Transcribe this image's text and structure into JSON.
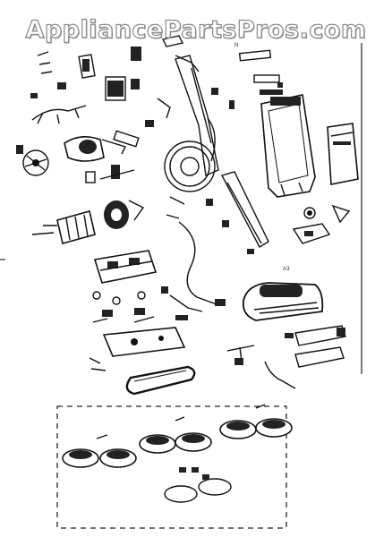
{
  "watermark": {
    "text": "AppliancePartsPros.com"
  },
  "captions": {
    "top_small": "N",
    "assembly_label": "A3"
  },
  "colors": {
    "ink": "#111111",
    "paper": "#ffffff",
    "watermark_outline": "#8a8a8a"
  }
}
